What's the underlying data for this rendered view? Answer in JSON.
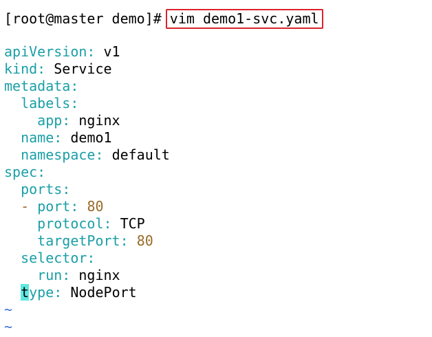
{
  "prompt": {
    "text": "[root@master demo]#",
    "command": "vim demo1-svc.yaml",
    "highlight_color": "#d9232b"
  },
  "yaml": {
    "apiVersion_key": "apiVersion",
    "apiVersion_value": "v1",
    "kind_key": "kind",
    "kind_value": "Service",
    "metadata_key": "metadata",
    "labels_key": "labels",
    "app_key": "app",
    "app_value": "nginx",
    "name_key": "name",
    "name_value": "demo1",
    "namespace_key": "namespace",
    "namespace_value": "default",
    "spec_key": "spec",
    "ports_key": "ports",
    "port_key": "port",
    "port_value": "80",
    "protocol_key": "protocol",
    "protocol_value": "TCP",
    "targetPort_key": "targetPort",
    "targetPort_value": "80",
    "selector_key": "selector",
    "run_key": "run",
    "run_value": "nginx",
    "type_key_cursor_char": "t",
    "type_key_rest": "ype",
    "type_value": "NodePort"
  },
  "vim": {
    "tilde": "~"
  },
  "colors": {
    "key": "#1a9fa6",
    "number": "#9a6a27",
    "cursor": "#5ce8e0"
  }
}
